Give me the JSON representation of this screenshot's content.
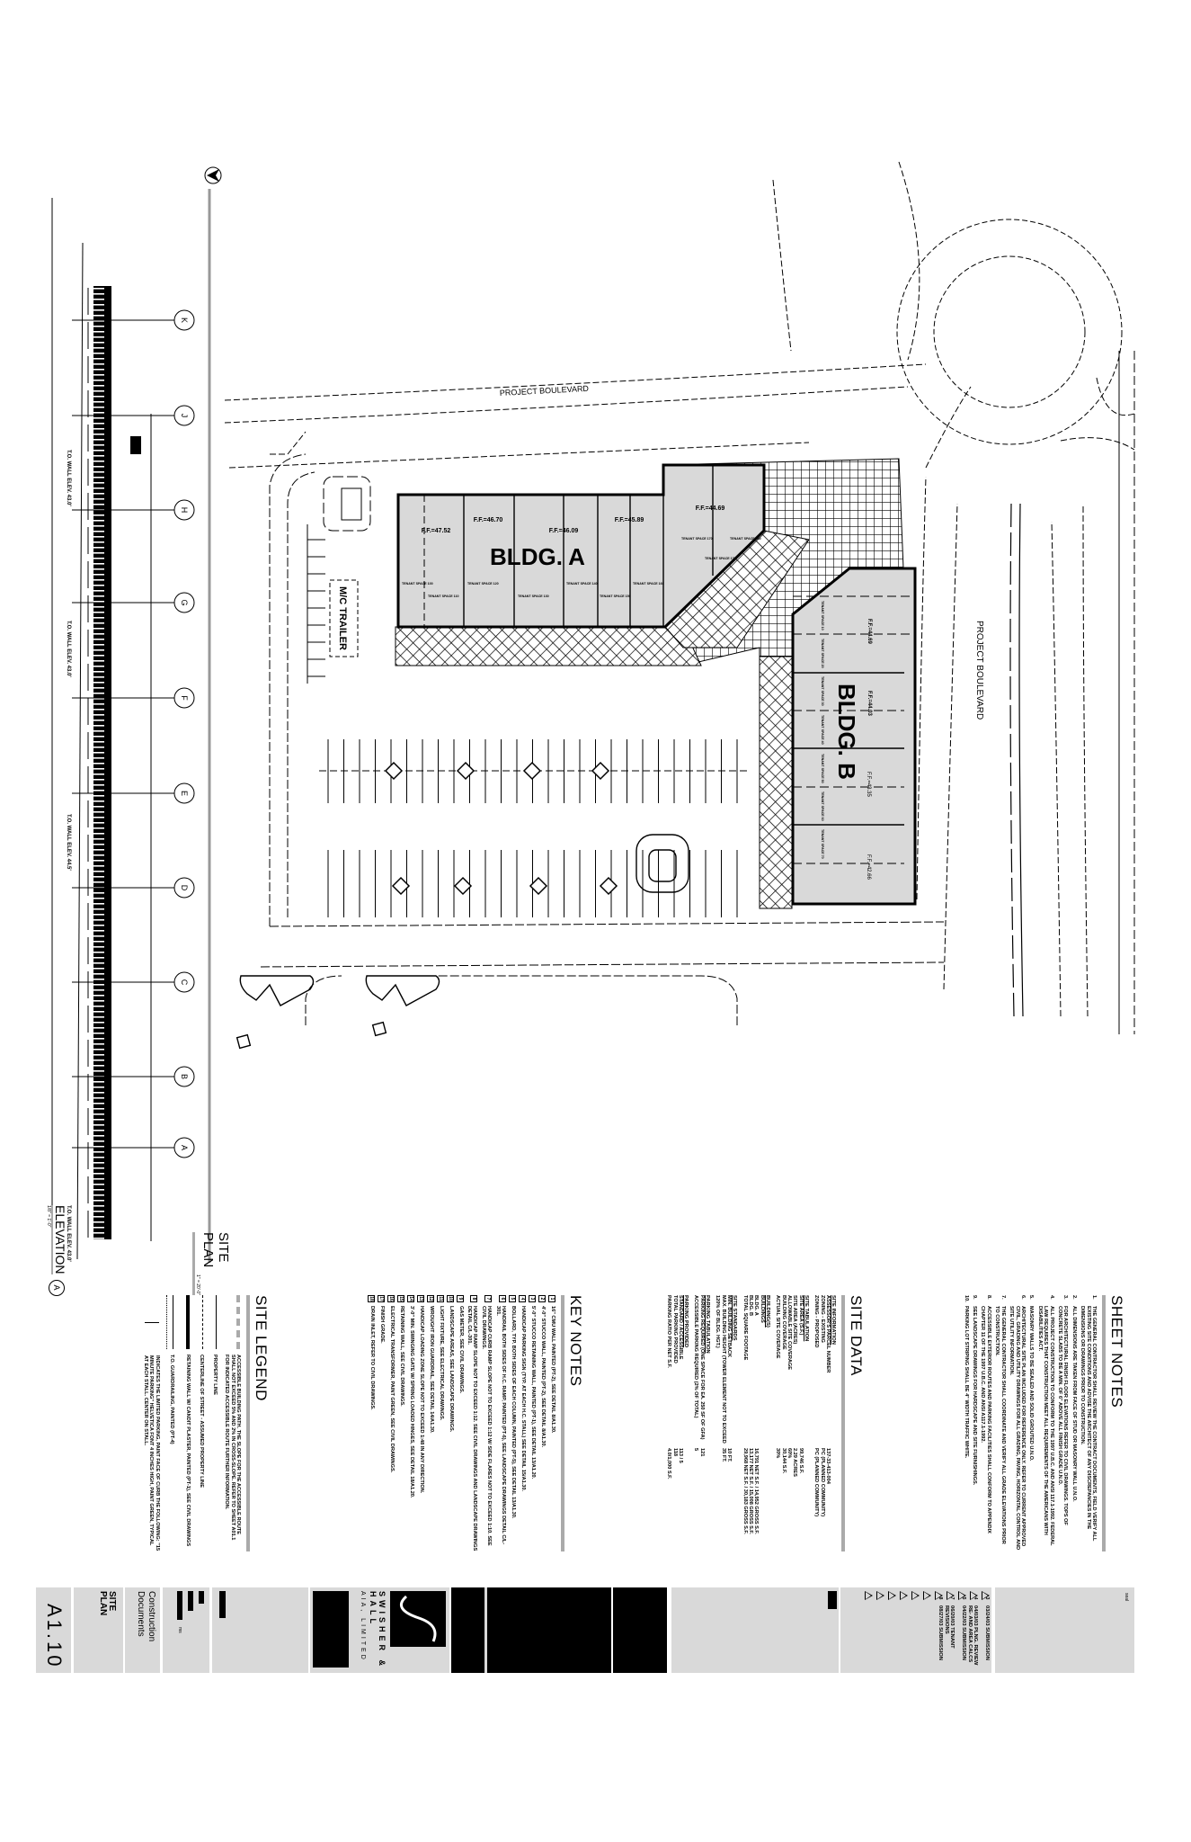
{
  "site_plan": {
    "north_arrow": "north-arrow-icon",
    "road_top_label": "PROJECT BOULEVARD",
    "road_right_label": "PROJECT BOULEVARD",
    "bldg_a": {
      "label": "BLDG. A",
      "ff": [
        "F.F.=47.52",
        "F.F.=46.70",
        "F.F.=46.09",
        "F.F.=45.89",
        "F.F.=44.69"
      ],
      "tenants": [
        "TENANT SPACE 100",
        "TENANT SPACE 110",
        "TENANT SPACE 120",
        "TENANT SPACE 130",
        "TENANT SPACE 140",
        "TENANT SPACE 150",
        "TENANT SPACE 160",
        "TENANT SPACE 170",
        "TENANT SPACE 175",
        "TENANT SPACE 180"
      ]
    },
    "bldg_b": {
      "label": "BLDG. B",
      "ff": [
        "F.F.=44.69",
        "F.F.=44.03",
        "F.F.=43.35",
        "F.F.=42.66"
      ],
      "tenants": [
        "TENANT SPACE 10",
        "TENANT SPACE 20",
        "TENANT SPACE 30",
        "TENANT SPACE 40",
        "TENANT SPACE 50",
        "TENANT SPACE 60",
        "TENANT SPACE 70"
      ]
    },
    "trailer_label": "M/C TRAILER",
    "grid_bubbles": [
      "K",
      "J",
      "H",
      "G",
      "F",
      "E",
      "D",
      "C",
      "B",
      "A"
    ],
    "elevation_notes": [
      "T.O. WALL ELEV. 43.0'",
      "T.O. WALL ELEV. 43.0'",
      "T.O. WALL ELEV. 44.5'",
      "T.O. WALL ELEV. 43.0'"
    ]
  },
  "notes": {
    "sheet_notes_title": "SHEET NOTES",
    "sheet_notes": [
      "THE GENERAL CONTRACTOR SHALL REVIEW THE CONTRACT DOCUMENTS, FIELD VERIFY ALL EXISTING SITE CONDITIONS AND ADVISE THE ARCHITECT OF ANY DISCREPANCIES IN THE DIMENSIONS OR DRAWINGS PRIOR TO CONSTRUCTION.",
      "ALL DIMENSIONS ARE TAKEN FROM FACE OF STUD OR MASONRY WALL U.N.O.",
      "FOR ARCHITECTURAL FINISH FLOOR ELEVATIONS REFER TO CIVIL DRAWINGS. TOPS OF CONCRETE SLABS TO BE A MIN. OF 6\" ABOVE ALL FINISH GRADE U.N.O.",
      "ALL PROJECT CONSTRUCTION TO CONFORM TO THE 1997 U.B.C. AND ANSI 117.1-1992. FEDERAL LAW REQUIRES THAT CONSTRUCTION MEET ALL REQUIREMENTS OF THE AMERICANS WITH DISABILITIES ACT.",
      "MASONRY WALLS TO BE SEALED AND SOLID GROUTED U.N.O.",
      "ARCHITECTURAL SITE PLAN INCLUDED FOR REFERENCE ONLY. REFER TO CURRENT APPROVED CIVIL, GRADING AND UTILITY DRAWINGS FOR ALL GRADING, PAVING, HORIZONTAL CONTROL AND SITE UTILITY INFORMATION.",
      "THE GENERAL CONTRACTOR SHALL COORDINATE AND VERIFY ALL GRADE ELEVATIONS PRIOR TO CONSTRUCTION.",
      "ACCESSIBLE EXTERIOR ROUTES AND PARKING FACILITIES SHALL CONFORM TO APPENDIX CHAPTER 11 OF THE 1997 U.B.C. AND ANSI A117.1-1992.",
      "SEE LANDSCAPE DRAWINGS FOR HARDSCAPE AND SITE FURNISHINGS.",
      "PARKING LOT STRIPING SHALL BE 4\" WIDTH TRAFFIC WHITE."
    ],
    "site_data_title": "SITE DATA",
    "site_data": [
      {
        "heading": "SITE INFORMATION",
        "rows": [
          [
            "ASSESSOR'S PARCEL NUMBER",
            "137-33-413-004"
          ],
          [
            "ZONING - EXISTING",
            "PC (PLANNED COMMUNITY)"
          ],
          [
            "ZONING - PROPOSED",
            "PC (PLANNED COMMUNITY)"
          ]
        ]
      },
      {
        "heading": "SITE TABULATION",
        "rows": [
          [
            "SITE AREA (S.F.)",
            "99,746 S.F."
          ],
          [
            "SITE AREA (ACRES)",
            "2.29 ACRES"
          ],
          [
            "ALLOWABLE SITE COVERAGE",
            "60%"
          ],
          [
            "BUILDING COVERAGE",
            "30,144 S.F."
          ],
          [
            "ACTUAL SITE COVERAGE",
            "30%"
          ]
        ]
      },
      {
        "heading": "BUILDING(S)",
        "rows": [
          [
            "BUILDINGS",
            ""
          ],
          [
            "BLDG. A",
            "16,791 NET S.F. / 14,952 GROSS S.F."
          ],
          [
            "BLDG. B",
            "13,177 NET S.F. / 15,008 GROSS S.F."
          ],
          [
            "TOTAL SQUARE FOOTAGE",
            "29,968 NET S.F. / 30,183 GROSS S.F."
          ]
        ]
      },
      {
        "heading": "SITE STANDARDS",
        "rows": [
          [
            "MIN. BUILDING SETBACK",
            "10 FT."
          ],
          [
            "MAX. BUILDING HEIGHT (TOWER ELEMENT NOT TO EXCEED 120% OF BLDG. HGT.)",
            "35 FT."
          ]
        ]
      },
      {
        "heading": "PARKING TABULATION",
        "rows": [
          [
            "PARKING REQUIRED (ONE SPACE FOR EA. 250 SF OF GFA)",
            "121"
          ],
          [
            "ACCESSIBLE PARKING REQUIRED (2% OF TOTAL)",
            "5"
          ]
        ]
      },
      {
        "heading": "PARKING PROVIDED",
        "rows": [
          [
            "STANDARD / ACCESSIBLE",
            "113 / 5"
          ],
          [
            "TOTAL PARKING PROVIDED",
            "118"
          ],
          [
            "PARKING RATIO PER NET S.F.",
            "4.0/1,000 S.F."
          ]
        ]
      }
    ],
    "key_notes_title": "KEY NOTES",
    "key_notes": [
      "16\" CMU WALL PAINTED (PT-2), SEE DETAIL 8/A1.30.",
      "4'-0\" STUCCO WALL, PAINTED (PT-2), SEE DETAIL 8/A1.30.",
      "5'-0\" STUCCO RETAINING WALL, PAINTED (PT-1), SEE DETAIL 13/A1.20.",
      "HANDICAP PARKING SIGN (TYP. AT EACH H.C. STALL) SEE DETAIL 15/A1.30.",
      "BOLLARD, TYP. BOTH SIDES OF EACH COLUMN, PAINTED (PT-5), SEE DETAIL 13/A1.30.",
      "HANDRAIL BOTH SIDES OF H.C. RAMP, PAINTED (PT-6), SEE LANDSCAPE DRAWINGS DETAIL C/L-301.",
      "HANDICAP CURB RAMP SLOPE NOT TO EXCEED 1:12 W/ SIDE FLARES NOT TO EXCEED 1:10. SEE CIVIL DRAWINGS.",
      "HANDICAP RAMP SLOPE NOT TO EXCEED 1:12. SEE CIVIL DRAWINGS AND LANDSCAPE DRAWINGS DETAIL C/L-301.",
      "GAS METER, SEE CIVIL DRAWINGS.",
      "LANDSCAPE AREAS, SEE LANDSCAPE DRAWINGS.",
      "LIGHT FIXTURE, SEE ELECTRICAL DRAWINGS.",
      "WROUGHT IRON GUARDRAIL, SEE DETAIL 14/A1.30.",
      "HANDICAP LOADING ZONE SLOPE NOT TO EXCEED 1:48 IN ANY DIRECTION.",
      "3'-0\" MIN. SWINGING GATE W/ SPRING LOADED HINGES, SEE DETAIL 18/A1.20.",
      "RETAINING WALL, SEE CIVIL DRAWINGS.",
      "ELECTRICAL TRANSFORMER, PAINT GREEN, SEE CIVIL DRAWINGS.",
      "FINISH GRADE.",
      "DRAIN INLET, REFER TO CIVIL DRAWINGS."
    ],
    "site_legend_title": "SITE LEGEND",
    "site_legend": [
      "ACCESSIBLE BUILDING PATH. THE SLOPE FOR THE ACCESSIBLE ROUTE SHALL NOT EXCEED 5% AND 2% IN CROSS-SLOPE. REFER TO SHEET A01.1 FOR INDICATED ACCESSIBLE ROUTE FURTHER INFORMATION.",
      "PROPERTY LINE",
      "CENTERLINE OF STREET - ASSUMED PROPERTY LINE",
      "RETAINING WALL W/ CANDIT PLASTER, PAINTED (PT-1), SEE CIVIL DRAWINGS",
      "T.O. GUARDRAILING, PAINTED (PT-4)",
      "INDICATES THE LIMITED PARKING, PAINT FACE OF CURB THE FOLLOWING: \"15 MINUTE PARKING\" HELVETICA FONT 4 INCHES HIGH, PAINT GREEN, TYPICAL AT EACH STALL. CENTER ON STALL."
    ],
    "site_plan_title": "SITE PLAN",
    "site_plan_scale": "1\" = 20'-0\"",
    "elevation_title": "ELEVATION",
    "elevation_scale": "1/8\" = 1'-0\"",
    "elevation_bubble": "A"
  },
  "title_block": {
    "seal_label": "seal",
    "revisions": [
      {
        "num": "3",
        "text": "03/24/03 SUBMISSION"
      },
      {
        "num": "4",
        "text": "04/03/03 PLNG. REVIEW RE- AND AREA CALCS"
      },
      {
        "num": "5",
        "text": "04/22/03 SUBMISSION"
      },
      {
        "num": "7",
        "text": "06/20/03 TENANT REVISIONS"
      },
      {
        "num": "8",
        "text": "08/27/03 SUBMISSION"
      },
      {
        "num": "",
        "text": ""
      },
      {
        "num": "",
        "text": ""
      },
      {
        "num": "",
        "text": ""
      },
      {
        "num": "",
        "text": ""
      },
      {
        "num": "",
        "text": ""
      },
      {
        "num": "",
        "text": ""
      }
    ],
    "firm_name": "SWISHER & HALL",
    "firm_suffix": "AIA, LIMITED",
    "drawn_by": "ms",
    "phase": "Construction Documents",
    "sheet_title": "SITE PLAN",
    "sheet_number": "A1.10"
  }
}
